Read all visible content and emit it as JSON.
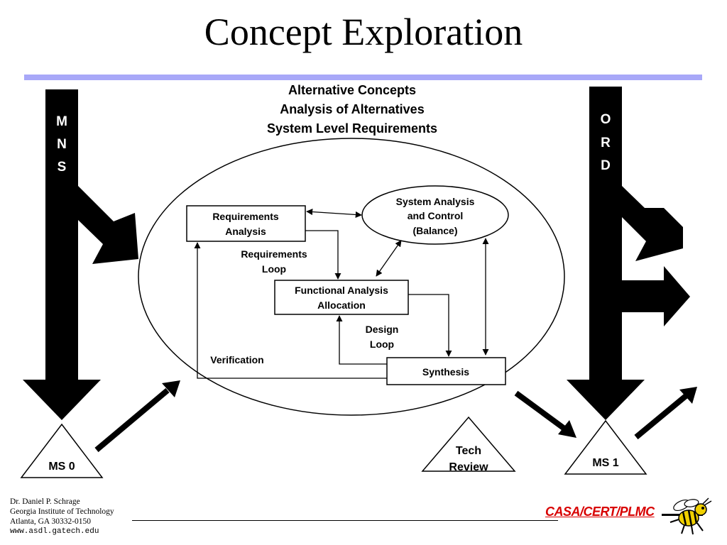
{
  "slide": {
    "title": "Concept Exploration"
  },
  "diagram": {
    "header_lines": [
      "Alternative Concepts",
      "Analysis of Alternatives",
      "System Level Requirements"
    ],
    "mns_label": [
      "M",
      "N",
      "S"
    ],
    "ord_label": [
      "O",
      "R",
      "D"
    ],
    "requirements_analysis": [
      "Requirements",
      "Analysis"
    ],
    "system_analysis_control": [
      "System Analysis",
      "and Control",
      "(Balance)"
    ],
    "requirements_loop": [
      "Requirements",
      "Loop"
    ],
    "functional_analysis": [
      "Functional Analysis",
      "Allocation"
    ],
    "design_loop": [
      "Design",
      "Loop"
    ],
    "verification": "Verification",
    "synthesis": "Synthesis",
    "milestones": {
      "ms0": "MS 0",
      "ms1": "MS 1",
      "tech_review": [
        "Tech",
        "Review"
      ]
    }
  },
  "footer": {
    "author_lines": [
      "Dr. Daniel P. Schrage",
      "Georgia Institute of Technology",
      "Atlanta, GA  30332-0150"
    ],
    "url": "www.asdl.gatech.edu",
    "brand": "CASA/CERT/PLMC"
  },
  "colors": {
    "title_rule": "#a8a8f8",
    "brand": "#d80000",
    "bee_yellow": "#f0d000"
  }
}
